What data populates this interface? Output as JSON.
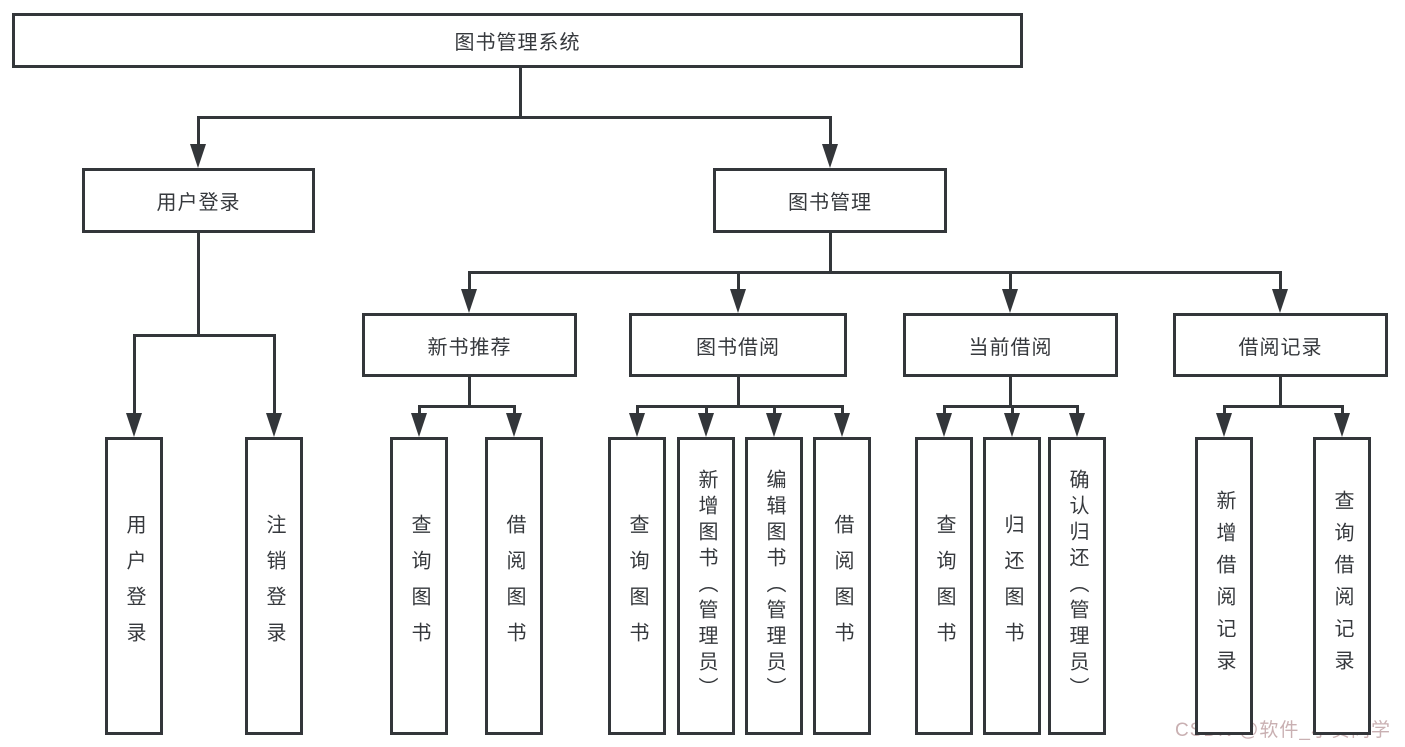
{
  "diagram": {
    "type": "hierarchy-chart",
    "title": "图书管理系统"
  },
  "colors": {
    "line": "#33363a",
    "box_border": "#33363a",
    "text": "#36393d",
    "background": "#ffffff",
    "watermark": "#c9b0b2"
  },
  "nodes": [
    {
      "id": "root",
      "label": "图书管理系统",
      "parent": null,
      "vertical": false
    },
    {
      "id": "user-login",
      "label": "用户登录",
      "parent": "root",
      "vertical": false
    },
    {
      "id": "book-mgmt",
      "label": "图书管理",
      "parent": "root",
      "vertical": false
    },
    {
      "id": "new-book-rec",
      "label": "新书推荐",
      "parent": "book-mgmt",
      "vertical": false
    },
    {
      "id": "book-borrow",
      "label": "图书借阅",
      "parent": "book-mgmt",
      "vertical": false
    },
    {
      "id": "current-borrow",
      "label": "当前借阅",
      "parent": "book-mgmt",
      "vertical": false
    },
    {
      "id": "borrow-record",
      "label": "借阅记录",
      "parent": "book-mgmt",
      "vertical": false
    },
    {
      "id": "login",
      "label": "用户登录",
      "parent": "user-login",
      "vertical": true
    },
    {
      "id": "logout",
      "label": "注销登录",
      "parent": "user-login",
      "vertical": true
    },
    {
      "id": "query-book-1",
      "label": "查询图书",
      "parent": "new-book-rec",
      "vertical": true
    },
    {
      "id": "borrow-book-1",
      "label": "借阅图书",
      "parent": "new-book-rec",
      "vertical": true
    },
    {
      "id": "query-book-2",
      "label": "查询图书",
      "parent": "book-borrow",
      "vertical": true
    },
    {
      "id": "add-book",
      "label": "新增图书（管理员）",
      "parent": "book-borrow",
      "vertical": true
    },
    {
      "id": "edit-book",
      "label": "编辑图书（管理员）",
      "parent": "book-borrow",
      "vertical": true
    },
    {
      "id": "borrow-book-2",
      "label": "借阅图书",
      "parent": "book-borrow",
      "vertical": true
    },
    {
      "id": "query-book-3",
      "label": "查询图书",
      "parent": "current-borrow",
      "vertical": true
    },
    {
      "id": "return-book",
      "label": "归还图书",
      "parent": "current-borrow",
      "vertical": true
    },
    {
      "id": "confirm-return",
      "label": "确认归还（管理员）",
      "parent": "current-borrow",
      "vertical": true
    },
    {
      "id": "add-borrow-record",
      "label": "新增借阅记录",
      "parent": "borrow-record",
      "vertical": true
    },
    {
      "id": "query-borrow-record",
      "label": "查询借阅记录",
      "parent": "borrow-record",
      "vertical": true
    }
  ],
  "watermark": {
    "text": "CSDN @软件_小贺同学"
  }
}
